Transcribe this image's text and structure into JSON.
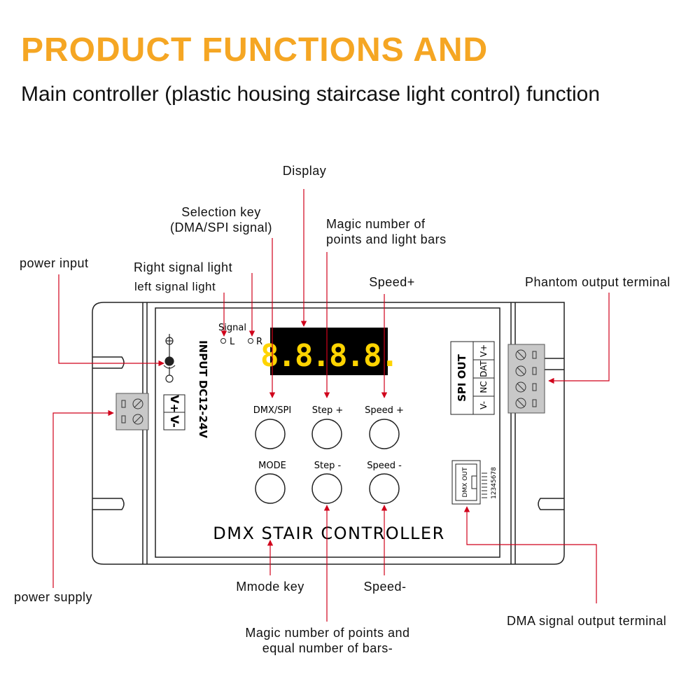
{
  "header": {
    "title": "PRODUCT FUNCTIONS AND",
    "subtitle": "Main controller (plastic housing staircase light control) function"
  },
  "callouts": {
    "display": "Display",
    "selection_key_line1": "Selection key",
    "selection_key_line2": "(DMA/SPI signal)",
    "magic_points_line1": "Magic number of",
    "magic_points_line2": "points and light bars",
    "power_input": "power input",
    "right_signal_light": "Right signal light",
    "left_signal_light": "left signal light",
    "speed_plus": "Speed+",
    "phantom_output": "Phantom output terminal",
    "power_supply": "power supply",
    "mmode_key": "Mmode key",
    "speed_minus": "Speed-",
    "dma_output": "DMA signal output terminal",
    "magic_equal_line1": "Magic number of points and",
    "magic_equal_line2": "equal number of bars-"
  },
  "device": {
    "signal_label": "Signal",
    "signal_l": "L",
    "signal_r": "R",
    "input_label": "INPUT DC12-24V",
    "vplus": "V+",
    "vminus": "V-",
    "buttons": {
      "dmx_spi": "DMX/SPI",
      "step_plus": "Step +",
      "speed_plus": "Speed +",
      "mode": "MODE",
      "step_minus": "Step -",
      "speed_minus": "Speed -"
    },
    "controller_name": "DMX STAIR CONTROLLER",
    "spi_out": "SPI OUT",
    "spi_pins": [
      "V+",
      "DAT",
      "NC",
      "V-"
    ],
    "dmx_out": "DMX OUT",
    "dmx_pins": "12345678",
    "display_digits": "8.8.8.8.",
    "display_color": "#ffd400",
    "arrow_color": "#d0021b"
  }
}
